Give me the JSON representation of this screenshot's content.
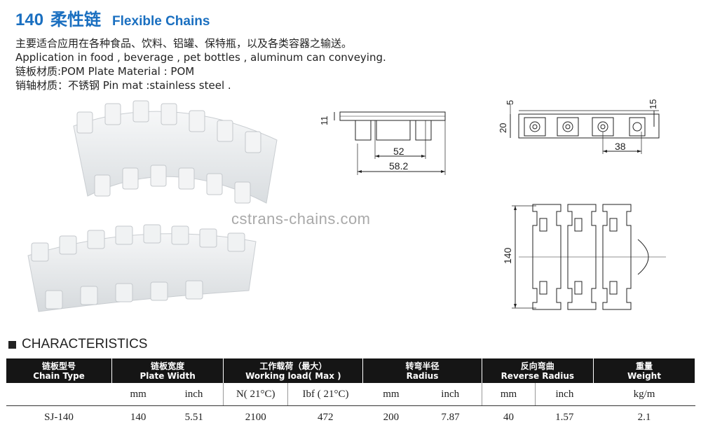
{
  "header": {
    "number": "140",
    "title_cn": "柔性链",
    "title_en": "Flexible Chains"
  },
  "description": {
    "line1": "主要适合应用在各种食品、饮料、铝罐、保特瓶，以及各类容器之输送。",
    "line2": "Application in food , beverage , pet bottles , aluminum can conveying.",
    "line3": "链板材质:POM Plate Material : POM",
    "line4": "销轴材质：不锈钢 Pin mat :stainless steel ."
  },
  "watermark": "cstrans-chains.com",
  "drawing_side": {
    "dim_height": "11",
    "dim_inner": "52",
    "dim_outer": "58.2"
  },
  "drawing_top": {
    "dim_5": "5",
    "dim_15": "15",
    "dim_20": "20",
    "dim_pitch": "38"
  },
  "drawing_plan": {
    "dim_width": "140"
  },
  "section": {
    "title": "CHARACTERISTICS"
  },
  "table": {
    "headers": [
      {
        "cn": "链板型号",
        "en": "Chain Type"
      },
      {
        "cn": "链板宽度",
        "en": "Plate Width"
      },
      {
        "cn": "工作载荷（最大）",
        "en": "Working load( Max )"
      },
      {
        "cn": "转弯半径",
        "en": "Radius"
      },
      {
        "cn": "反向弯曲",
        "en": "Reverse Radius"
      },
      {
        "cn": "重量",
        "en": "Weight"
      }
    ],
    "units": [
      "",
      "mm",
      "inch",
      "N( 21°C)",
      "Ibf ( 21°C)",
      "mm",
      "inch",
      "mm",
      "inch",
      "kg/m"
    ],
    "row": [
      "SJ-140",
      "140",
      "5.51",
      "2100",
      "472",
      "200",
      "7.87",
      "40",
      "1.57",
      "2.1"
    ]
  },
  "colors": {
    "title_blue": "#1a6fc0",
    "header_bg": "#151515",
    "chain_white": "#eef1f3"
  }
}
